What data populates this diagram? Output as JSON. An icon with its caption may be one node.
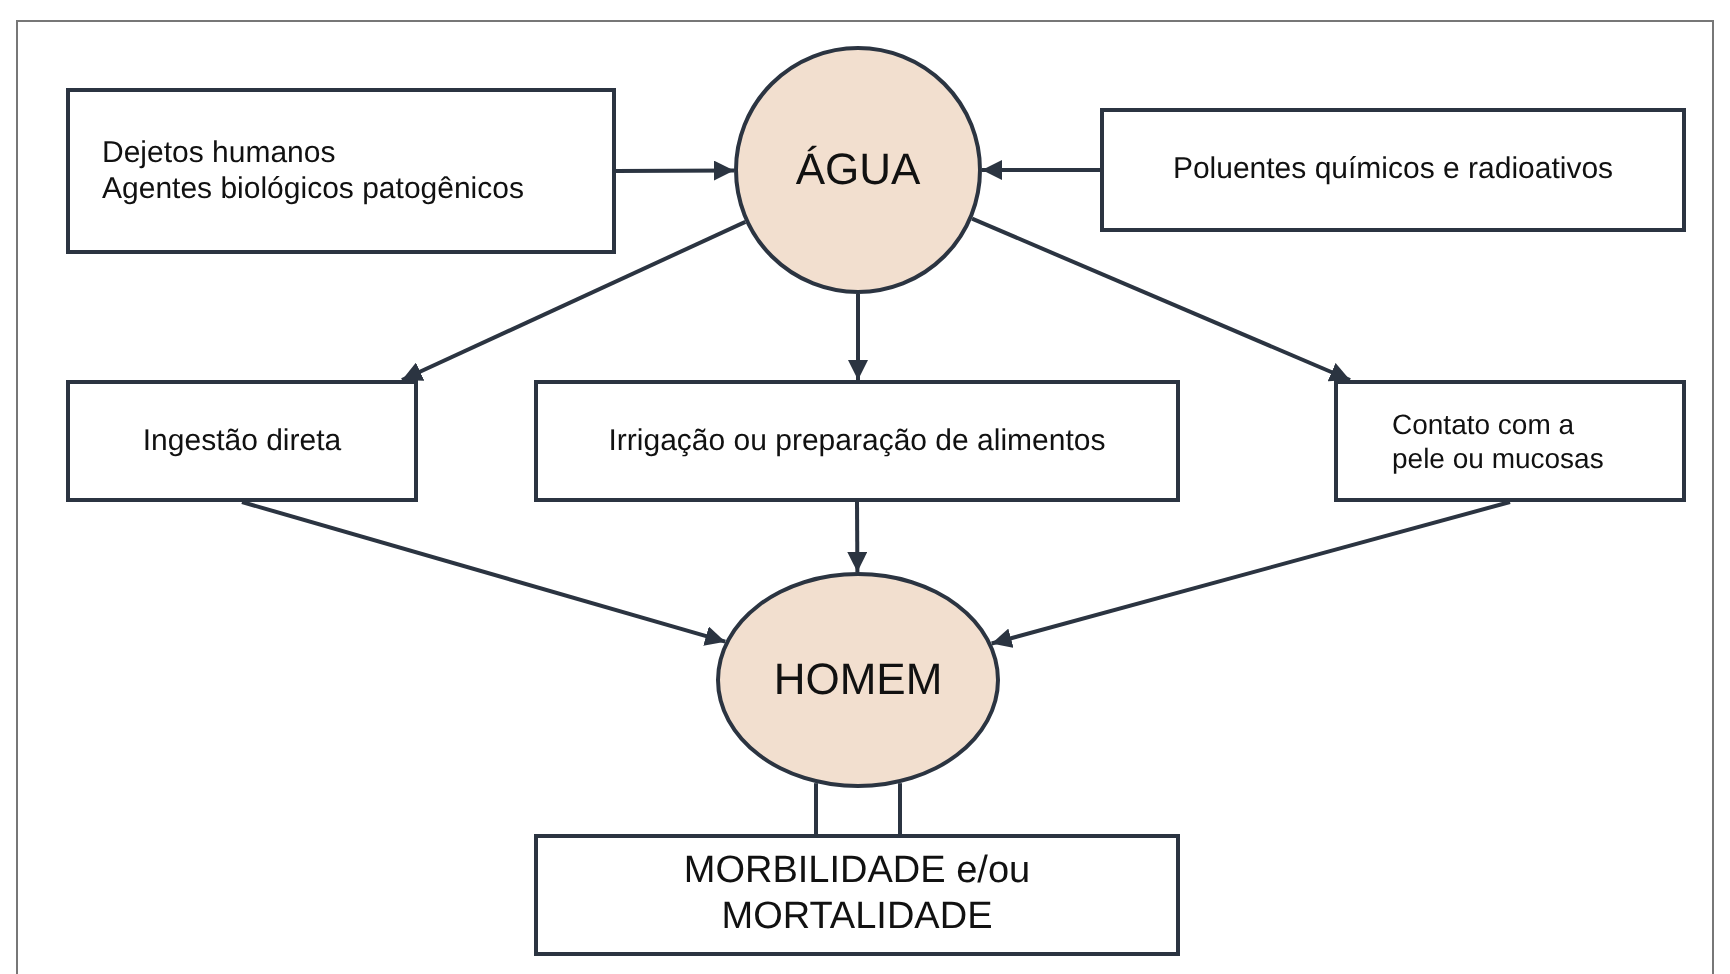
{
  "diagram": {
    "nodes": [
      {
        "text": [
          "Dejetos humanos",
          "Agentes biológicos patogênicos"
        ]
      },
      {
        "text": [
          "ÁGUA"
        ]
      },
      {
        "text": [
          "Poluentes químicos e radioativos"
        ]
      },
      {
        "text": [
          "Ingestão direta"
        ]
      },
      {
        "text": [
          "Irrigação ou preparação de alimentos"
        ]
      },
      {
        "text": [
          "Contato com a pele ou mucosas"
        ]
      },
      {
        "text": [
          "HOMEM"
        ]
      },
      {
        "text": [
          "MORBILIDADE e/ou MORTALIDADE"
        ]
      }
    ],
    "edges": [
      {
        "from": 0,
        "to": 1,
        "arrow": "to"
      },
      {
        "from": 2,
        "to": 1,
        "arrow": "to"
      },
      {
        "from": 1,
        "to": 3,
        "arrow": "to"
      },
      {
        "from": 1,
        "to": 4,
        "arrow": "to"
      },
      {
        "from": 1,
        "to": 5,
        "arrow": "to"
      },
      {
        "from": 3,
        "to": 6,
        "arrow": "to"
      },
      {
        "from": 4,
        "to": 6,
        "arrow": "to"
      },
      {
        "from": 5,
        "to": 6,
        "arrow": "to"
      },
      {
        "from": 6,
        "to": 7,
        "arrow": "none"
      },
      {
        "from": 6,
        "to": 7,
        "arrow": "none"
      }
    ]
  }
}
